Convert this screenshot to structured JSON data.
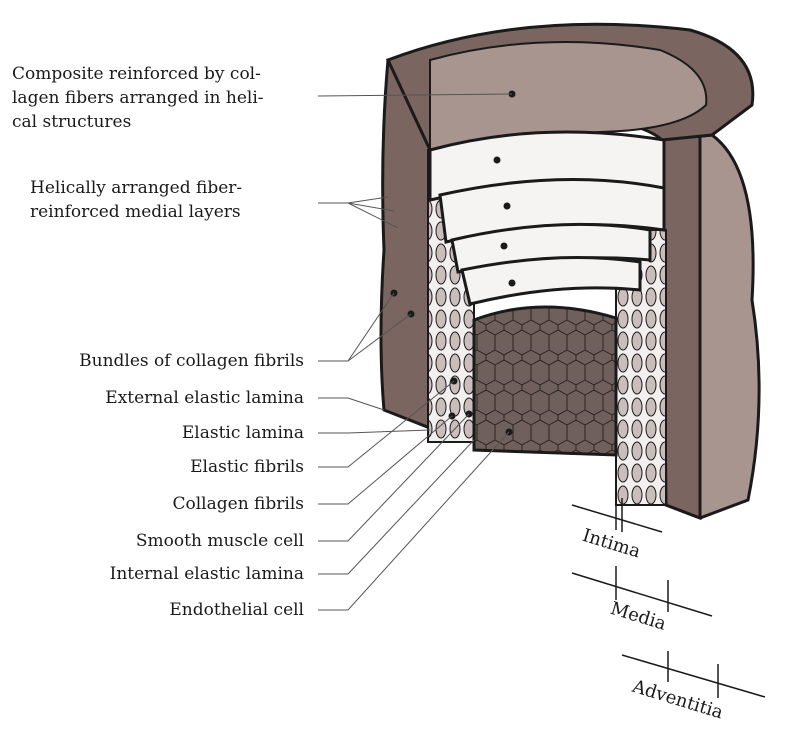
{
  "labels": {
    "composite_line1": "Composite reinforced by col-",
    "composite_line2": "lagen fibers arranged in heli-",
    "composite_line3": "cal structures",
    "helical_line1": "Helically arranged fiber-",
    "helical_line2": "reinforced medial layers",
    "bundles": "Bundles of collagen fibrils",
    "external_elastic": "External elastic lamina",
    "elastic_lamina": "Elastic lamina",
    "elastic_fibrils": "Elastic fibrils",
    "collagen_fibrils": "Collagen fibrils",
    "smooth_muscle": "Smooth muscle cell",
    "internal_elastic": "Internal elastic lamina",
    "endothelial": "Endothelial cell"
  },
  "dimensions": {
    "intima": "Intima",
    "media": "Media",
    "adventitia": "Adventitia"
  },
  "colors": {
    "adventitia_dark": "#7a6560",
    "adventitia_light": "#a89590",
    "inner_fill": "#d9d2cf",
    "endothelium": "#5c4f4c",
    "outline": "#1a1a1a"
  }
}
